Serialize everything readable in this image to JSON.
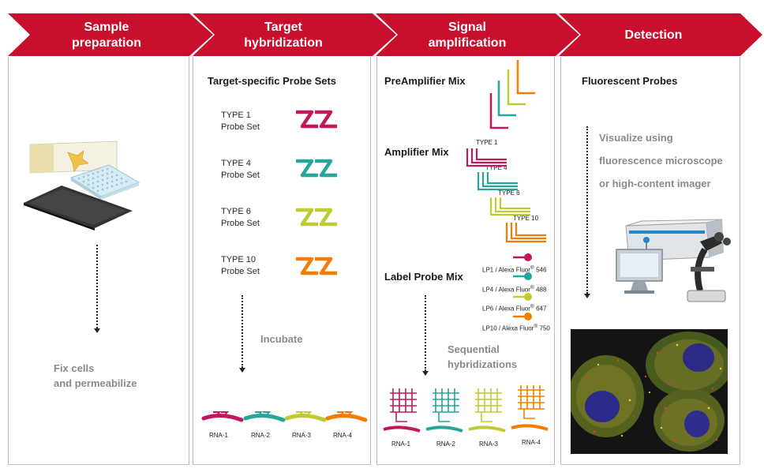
{
  "stages": [
    {
      "line1": "Sample",
      "line2": "preparation"
    },
    {
      "line1": "Target",
      "line2": "hybridization"
    },
    {
      "line1": "Signal",
      "line2": "amplification"
    },
    {
      "line1": "Detection",
      "line2": ""
    }
  ],
  "colors": {
    "banner": "#c8102e",
    "type1": "#c2185b",
    "type4": "#26a69a",
    "type6": "#c0ca33",
    "type10": "#f57c00"
  },
  "sample_prep": {
    "caption_line1": "Fix cells",
    "caption_line2": "and permeabilize"
  },
  "target_hyb": {
    "title": "Target-specific Probe Sets",
    "probe_sets": [
      {
        "type": "TYPE 1",
        "label": "Probe Set"
      },
      {
        "type": "TYPE 4",
        "label": "Probe Set"
      },
      {
        "type": "TYPE 6",
        "label": "Probe Set"
      },
      {
        "type": "TYPE 10",
        "label": "Probe Set"
      }
    ],
    "step": "Incubate",
    "rna_labels": [
      "RNA-1",
      "RNA-2",
      "RNA-3",
      "RNA-4"
    ]
  },
  "signal_amp": {
    "preamp_title": "PreAmplifier Mix",
    "amp_title": "Amplifier Mix",
    "amp_types": [
      "TYPE 1",
      "TYPE 4",
      "TYPE 6",
      "TYPE 10"
    ],
    "label_title": "Label Probe Mix",
    "label_probes": [
      {
        "name": "LP1 / Alexa Fluor",
        "sup": "®",
        "num": "546"
      },
      {
        "name": "LP4 / Alexa Fluor",
        "sup": "®",
        "num": "488"
      },
      {
        "name": "LP6 / Alexa Fluor",
        "sup": "®",
        "num": "647"
      },
      {
        "name": "LP10 / Alexa Fluor",
        "sup": "®",
        "num": "750"
      }
    ],
    "step_line1": "Sequential",
    "step_line2": "hybridizations",
    "rna_labels": [
      "RNA-1",
      "RNA-2",
      "RNA-3",
      "RNA-4"
    ]
  },
  "detection": {
    "title": "Fluorescent Probes",
    "caption_lines": [
      "Visualize using",
      "fluorescence microscope",
      "or high-content imager"
    ]
  }
}
